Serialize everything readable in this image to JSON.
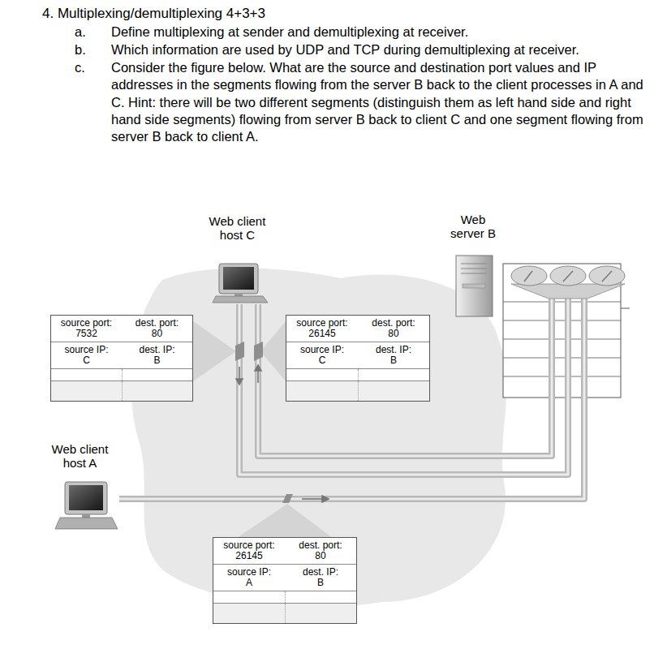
{
  "diagram": {
    "title": "4. Multiplexing/demultiplexing 4+3+3",
    "nodes": [
      {
        "text": [
          "Web client host C"
        ]
      },
      {
        "text": [
          "Web server B"
        ]
      },
      {
        "text": [
          "source port:",
          "7532",
          "dest. port:",
          "80",
          "source IP:",
          "C",
          "dest. IP:",
          "B"
        ]
      },
      {
        "text": [
          "source port:",
          "26145",
          "dest. port:",
          "80",
          "source IP:",
          "C",
          "dest. IP:",
          "B"
        ]
      },
      {
        "text": [
          "Web client host A"
        ]
      },
      {
        "text": [
          "source port:",
          "26145",
          "dest. port:",
          "80",
          "source IP:",
          "A",
          "dest. IP:",
          "B"
        ]
      }
    ],
    "edges": [
      {
        "from": 0,
        "to": 1,
        "arrow": "none"
      },
      {
        "from": 0,
        "to": 1,
        "arrow": "none"
      },
      {
        "from": 4,
        "to": 1,
        "arrow": "none"
      }
    ],
    "labels": [
      "a.",
      "Define multiplexing at sender and demultiplexing at receiver.",
      "b.",
      "Which information are used by UDP and TCP during demultiplexing at receiver.",
      "c.",
      "Consider the figure below. What are the source and destination port values and IP addresses in the segments flowing from the server B back to the client processes in A and C. Hint: there will be two different segments (distinguish them as left hand side and right hand side segments) flowing from server B back to client C and one segment flowing from server B back to client A."
    ]
  }
}
